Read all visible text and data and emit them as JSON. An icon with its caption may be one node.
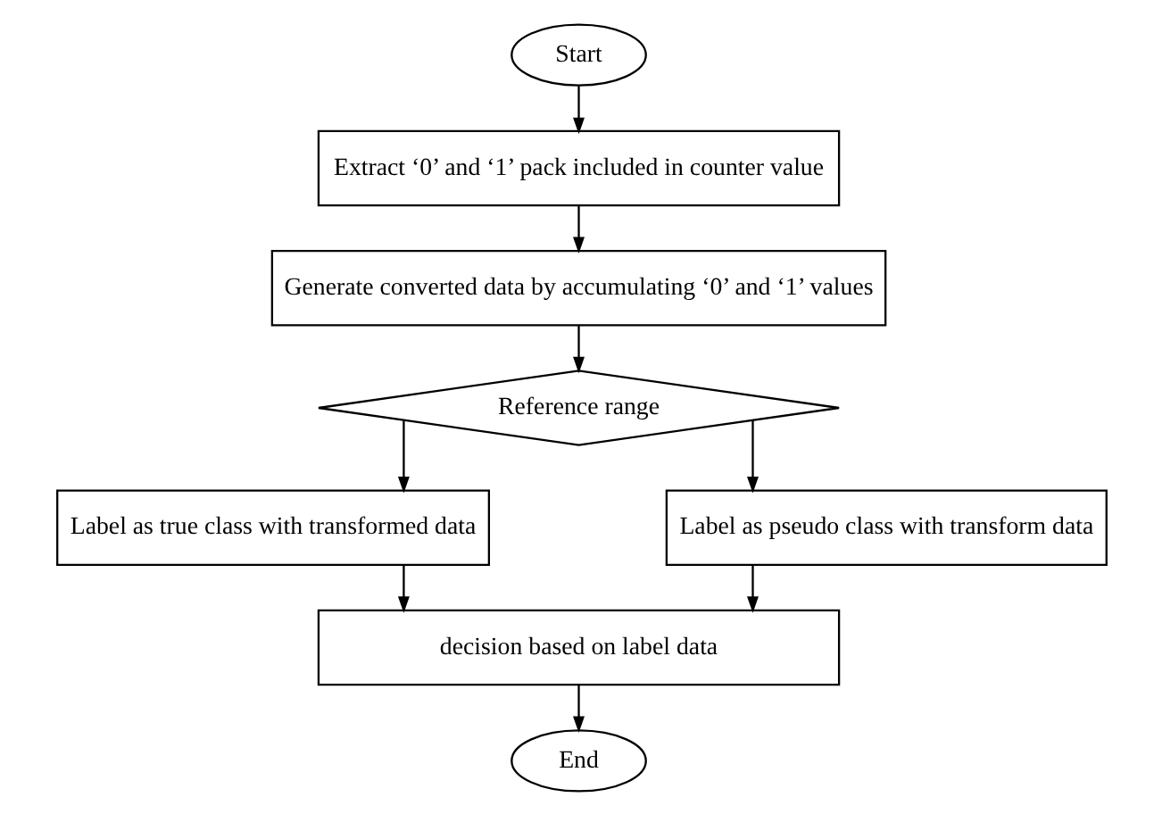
{
  "diagram": {
    "nodes": [
      {
        "text": [
          "Start"
        ]
      },
      {
        "text": [
          "Extract ‘0’ and ‘1’ pack included in counter value"
        ]
      },
      {
        "text": [
          "Generate converted data by accumulating ‘0’ and ‘1’ values"
        ]
      },
      {
        "text": [
          "Reference range"
        ]
      },
      {
        "text": [
          "Label as true class with transformed data"
        ]
      },
      {
        "text": [
          "Label as pseudo class with transform data"
        ]
      },
      {
        "text": [
          "decision based on label data"
        ]
      },
      {
        "text": [
          "End"
        ]
      }
    ],
    "edges": [
      {
        "from": 0,
        "to": 1,
        "arrow": "to"
      },
      {
        "from": 1,
        "to": 2,
        "arrow": "to"
      },
      {
        "from": 2,
        "to": 3,
        "arrow": "to"
      },
      {
        "from": 3,
        "to": 4,
        "arrow": "to"
      },
      {
        "from": 3,
        "to": 5,
        "arrow": "to"
      },
      {
        "from": 4,
        "to": 6,
        "arrow": "to"
      },
      {
        "from": 5,
        "to": 6,
        "arrow": "to"
      },
      {
        "from": 6,
        "to": 7,
        "arrow": "to"
      }
    ]
  }
}
